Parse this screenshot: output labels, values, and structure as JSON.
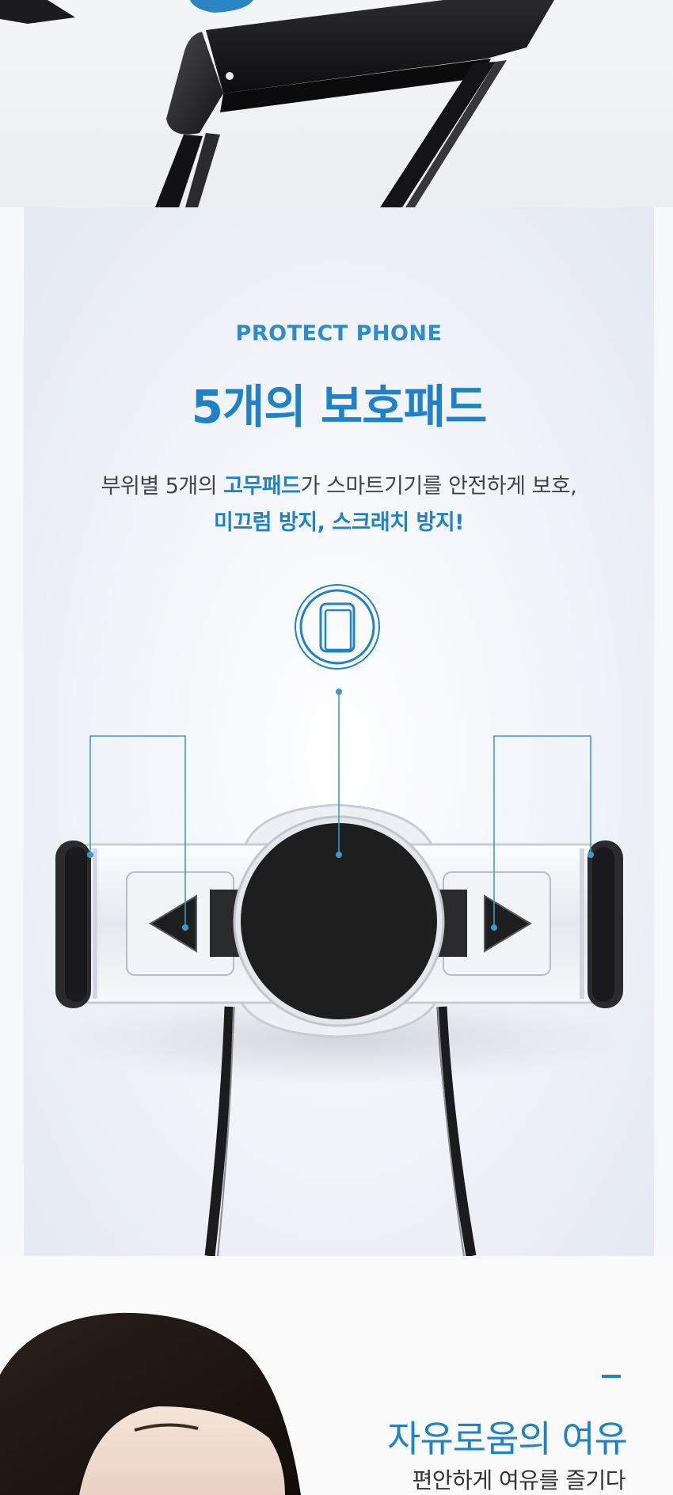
{
  "protect": {
    "eyebrow": "PROTECT PHONE",
    "title": "5개의 보호패드",
    "desc_line1_before": "부위별 5개의 ",
    "desc_line1_highlight": "고무패드",
    "desc_line1_after": "가 스마트기기를 안전하게 보호,",
    "desc_line2": "미끄럼 방지, 스크래치 방지!"
  },
  "freedom": {
    "title": "자유로움의 여유",
    "subtitle": "편안하게 여유를 즐기다"
  },
  "colors": {
    "accent": "#1f82c9",
    "body_text": "#444444",
    "pad_black": "#1e1e1e"
  },
  "icons": {
    "badge": "phone-icon",
    "markers": "pad-marker-dot"
  }
}
